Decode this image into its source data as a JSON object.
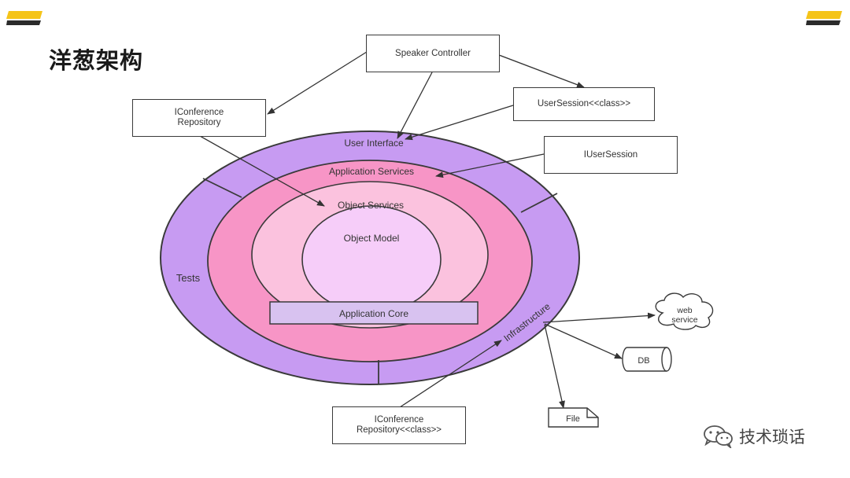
{
  "slide": {
    "title": "洋葱架构"
  },
  "rings": {
    "user_interface": "User Interface",
    "application_services": "Application Services",
    "object_services": "Object Services",
    "object_model": "Object Model",
    "application_core": "Application Core",
    "tests": "Tests",
    "infrastructure": "Infrastructure"
  },
  "boxes": {
    "speaker_controller": "Speaker Controller",
    "iconference_repository_top": "IConference\nRepository",
    "user_session_class": "UserSession<<class>>",
    "iuser_session": "IUserSession",
    "iconference_repository_class": "IConference\nRepository<<class>>"
  },
  "external": {
    "web_service": "web\nservice",
    "db": "DB",
    "file": "File"
  },
  "watermark": {
    "text": "技术琐话",
    "icon": "wechat-icon"
  },
  "colors": {
    "outer_ring": "#c79bf2",
    "app_services_ring": "#f795c6",
    "object_services_ring": "#fbc2de",
    "object_model_fill": "#f6cdf9",
    "app_core_fill": "#d8c2f0",
    "corner_yellow": "#f5c419",
    "corner_dark": "#2b2b2b"
  }
}
